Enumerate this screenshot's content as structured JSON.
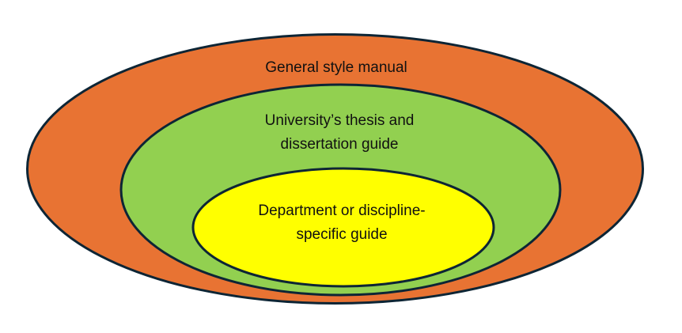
{
  "diagram": {
    "type": "nested-ellipses",
    "stroke_color": "#0d2535",
    "levels": [
      {
        "name": "general-style-manual",
        "label_lines": [
          "General style manual"
        ],
        "fill": "#e87333"
      },
      {
        "name": "university-thesis-guide",
        "label_lines": [
          "University’s thesis and",
          "dissertation guide"
        ],
        "fill": "#92d050"
      },
      {
        "name": "department-guide",
        "label_lines": [
          "Department or discipline-",
          "specific guide"
        ],
        "fill": "#ffff00"
      }
    ]
  }
}
